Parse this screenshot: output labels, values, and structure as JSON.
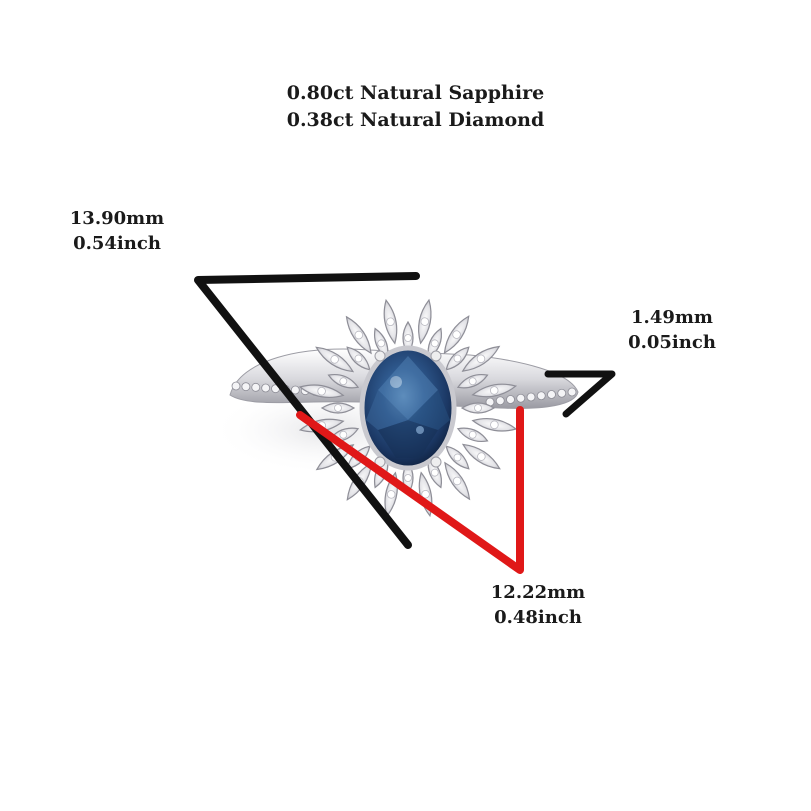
{
  "product": {
    "stone_lines": [
      "0.80ct Natural Sapphire",
      "0.38ct Natural Diamond"
    ]
  },
  "dimensions": {
    "width": {
      "mm": "13.90mm",
      "inch": "0.54inch"
    },
    "band": {
      "mm": "1.49mm",
      "inch": "0.05inch"
    },
    "height": {
      "mm": "12.22mm",
      "inch": "0.48inch"
    }
  },
  "colors": {
    "width_line": "#111111",
    "band_line": "#111111",
    "height_line": "#e01818",
    "sapphire": "#1d3f73",
    "metal": "#e8e8ec"
  }
}
